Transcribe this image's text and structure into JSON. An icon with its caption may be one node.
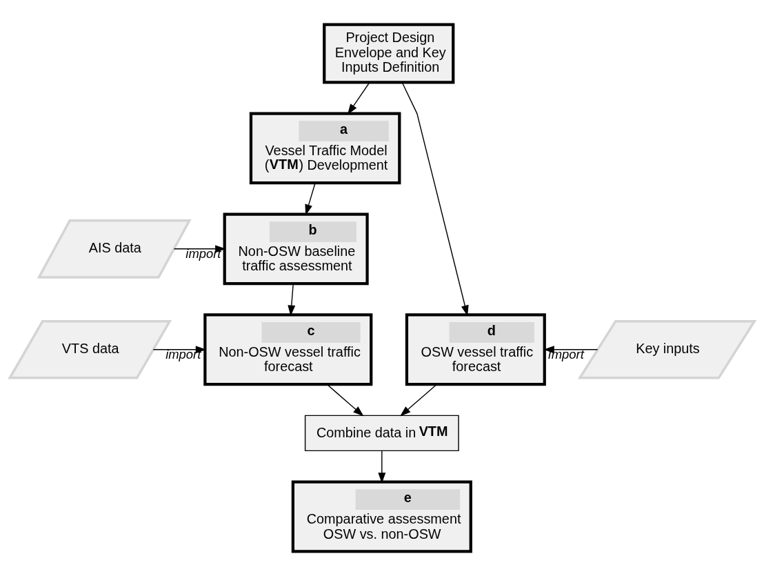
{
  "diagram": {
    "nodes": [
      {
        "text": [
          "Project Design Envelope and Key Inputs Definition"
        ]
      },
      {
        "text": [
          "a",
          "Vessel Traffic Model (**VTM**) Development"
        ]
      },
      {
        "text": [
          "b",
          "Non-OSW baseline traffic assessment"
        ]
      },
      {
        "text": [
          "AIS data"
        ]
      },
      {
        "text": [
          "c",
          "Non-OSW vessel traffic forecast"
        ]
      },
      {
        "text": [
          "VTS data"
        ]
      },
      {
        "text": [
          "d",
          "OSW vessel traffic forecast"
        ]
      },
      {
        "text": [
          "Key inputs"
        ]
      },
      {
        "text": [
          "Combine data in **VTM**"
        ]
      },
      {
        "text": [
          "e",
          "Comparative assessment OSW vs. non-OSW"
        ]
      }
    ],
    "edges": [
      {
        "from": 0,
        "to": 1,
        "arrow": "to"
      },
      {
        "from": 0,
        "to": 6,
        "arrow": "to"
      },
      {
        "from": 1,
        "to": 2,
        "arrow": "to"
      },
      {
        "from": 3,
        "to": 2,
        "arrow": "to",
        "label": "import"
      },
      {
        "from": 2,
        "to": 4,
        "arrow": "to"
      },
      {
        "from": 5,
        "to": 4,
        "arrow": "to",
        "label": "import"
      },
      {
        "from": 7,
        "to": 6,
        "arrow": "to",
        "label": "Import"
      },
      {
        "from": 4,
        "to": 8,
        "arrow": "to"
      },
      {
        "from": 6,
        "to": 8,
        "arrow": "to"
      },
      {
        "from": 8,
        "to": 9,
        "arrow": "to"
      }
    ]
  }
}
